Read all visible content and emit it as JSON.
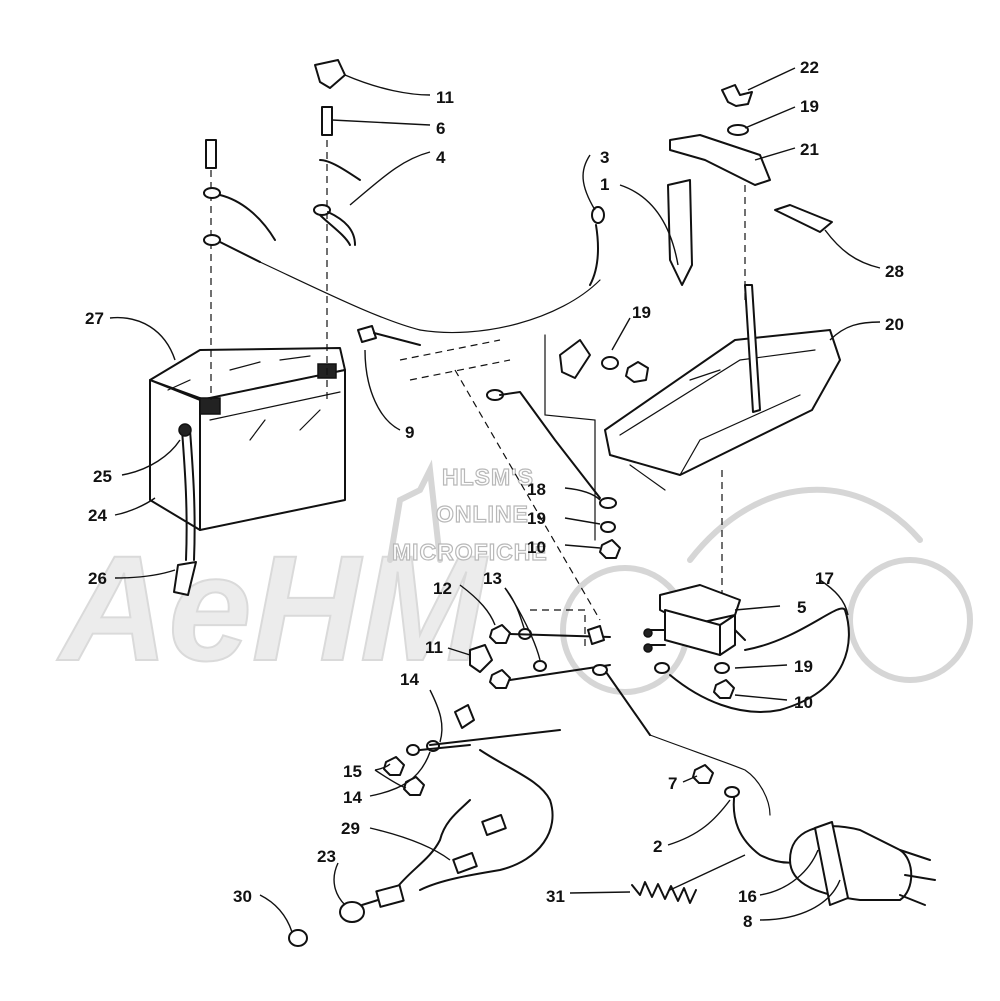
{
  "watermark": {
    "lines": [
      "HLSM'S",
      "ONLINE",
      "MICROFICHE"
    ],
    "logo": "AeHM"
  },
  "callouts": [
    {
      "id": "c11a",
      "label": "11"
    },
    {
      "id": "c6",
      "label": "6"
    },
    {
      "id": "c4",
      "label": "4"
    },
    {
      "id": "c3",
      "label": "3"
    },
    {
      "id": "c1",
      "label": "1"
    },
    {
      "id": "c22",
      "label": "22"
    },
    {
      "id": "c19a",
      "label": "19"
    },
    {
      "id": "c21",
      "label": "21"
    },
    {
      "id": "c28",
      "label": "28"
    },
    {
      "id": "c27",
      "label": "27"
    },
    {
      "id": "c19b",
      "label": "19"
    },
    {
      "id": "c20",
      "label": "20"
    },
    {
      "id": "c9",
      "label": "9"
    },
    {
      "id": "c25",
      "label": "25"
    },
    {
      "id": "c24",
      "label": "24"
    },
    {
      "id": "c18",
      "label": "18"
    },
    {
      "id": "c19c",
      "label": "19"
    },
    {
      "id": "c10a",
      "label": "10"
    },
    {
      "id": "c26",
      "label": "26"
    },
    {
      "id": "c12",
      "label": "12"
    },
    {
      "id": "c13",
      "label": "13"
    },
    {
      "id": "c17",
      "label": "17"
    },
    {
      "id": "c5",
      "label": "5"
    },
    {
      "id": "c11b",
      "label": "11"
    },
    {
      "id": "c19d",
      "label": "19"
    },
    {
      "id": "c14a",
      "label": "14"
    },
    {
      "id": "c10b",
      "label": "10"
    },
    {
      "id": "c15",
      "label": "15"
    },
    {
      "id": "c14b",
      "label": "14"
    },
    {
      "id": "c7",
      "label": "7"
    },
    {
      "id": "c29",
      "label": "29"
    },
    {
      "id": "c2",
      "label": "2"
    },
    {
      "id": "c23",
      "label": "23"
    },
    {
      "id": "c16",
      "label": "16"
    },
    {
      "id": "c30",
      "label": "30"
    },
    {
      "id": "c31",
      "label": "31"
    },
    {
      "id": "c8",
      "label": "8"
    }
  ]
}
